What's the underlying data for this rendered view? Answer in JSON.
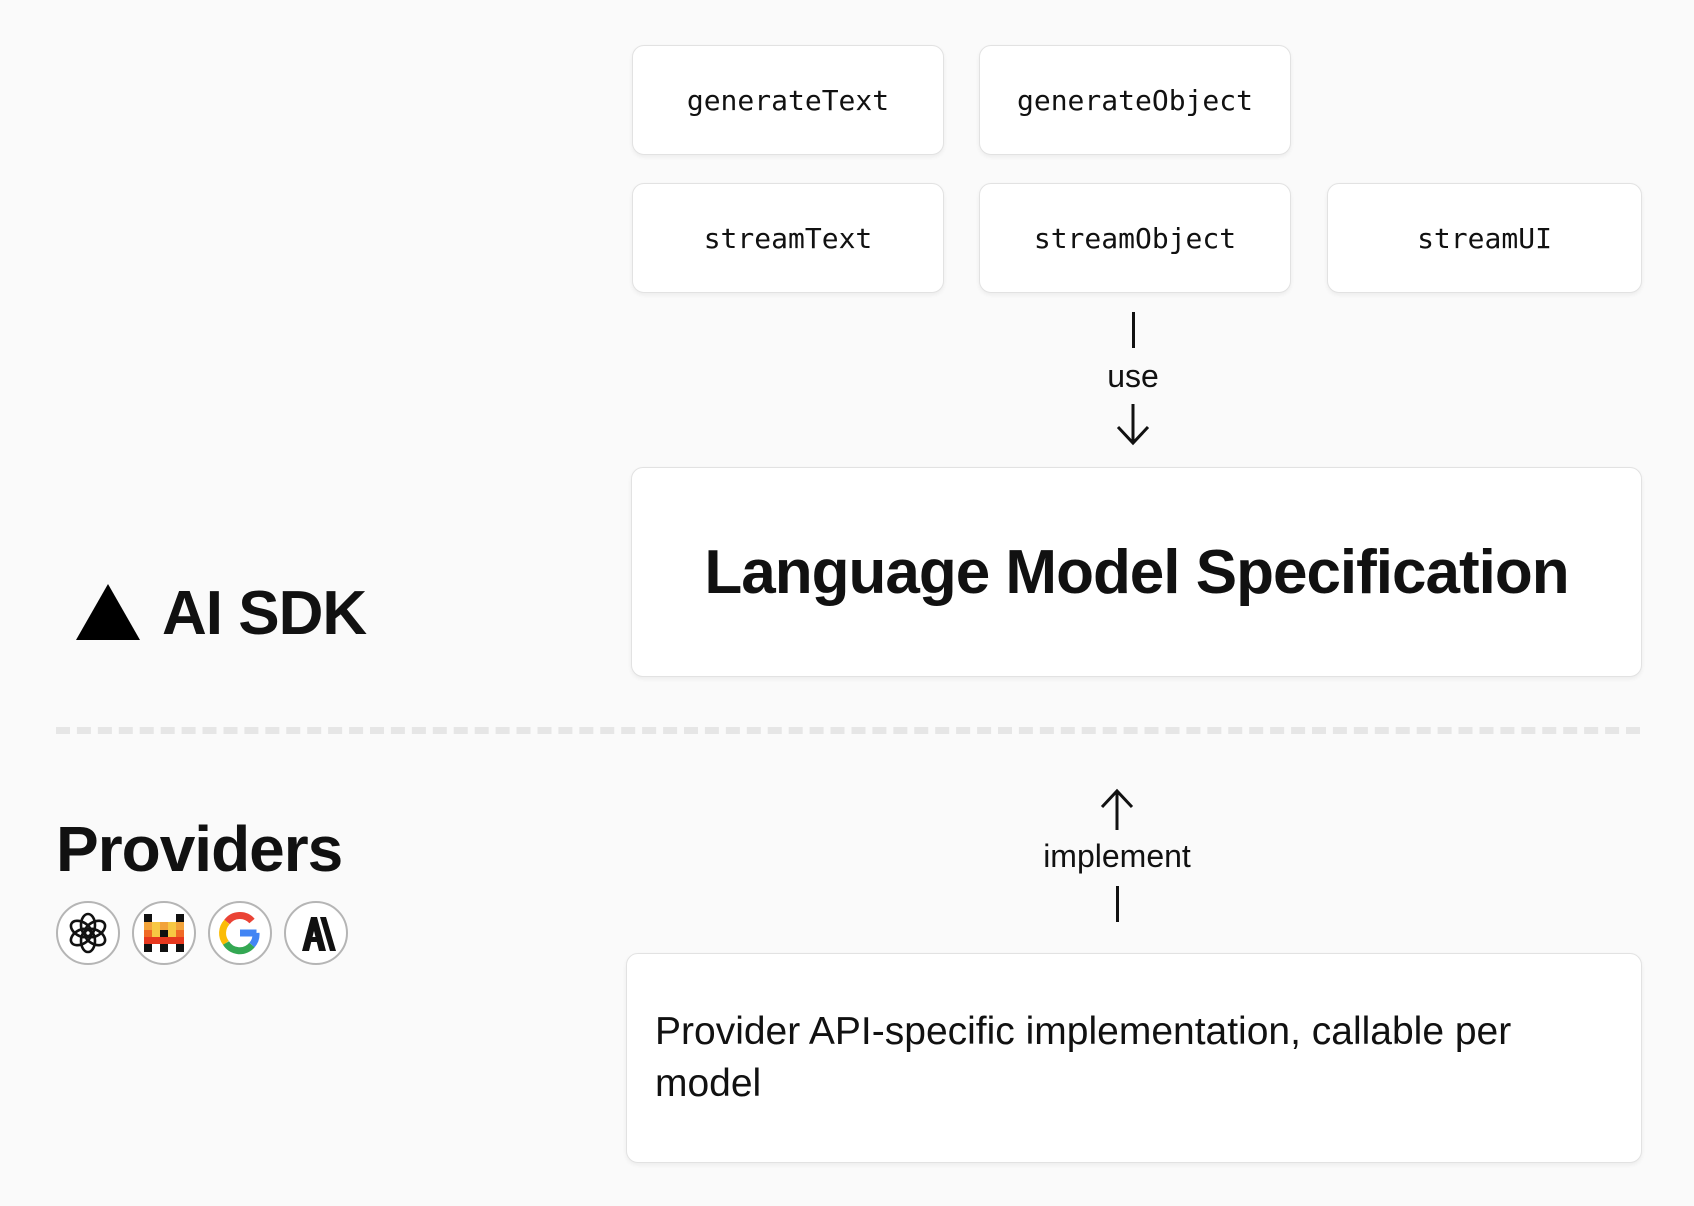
{
  "sdk": {
    "title": "AI SDK"
  },
  "functions": {
    "generate_text": "generateText",
    "generate_object": "generateObject",
    "stream_text": "streamText",
    "stream_object": "streamObject",
    "stream_ui": "streamUI"
  },
  "use_label": "use",
  "spec_title": "Language Model Specification",
  "providers": {
    "title": "Providers",
    "logos": [
      "openai-logo",
      "mistral-logo",
      "google-logo",
      "anthropic-logo"
    ]
  },
  "implement_label": "implement",
  "provider_impl_text": "Provider API-specific implementation, callable per model",
  "colors": {
    "background": "#fafafa",
    "box_border": "#e2e2e2",
    "divider": "#e6e6e6",
    "text": "#111111"
  }
}
